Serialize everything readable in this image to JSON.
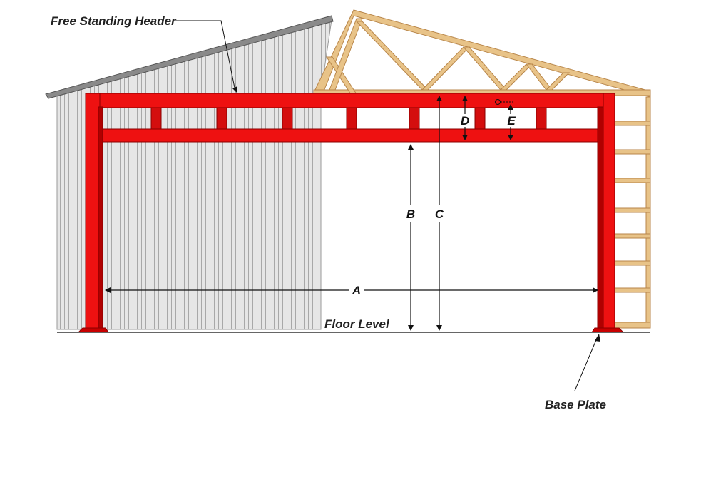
{
  "labels": {
    "header": "Free Standing Header",
    "floor": "Floor Level",
    "base_plate": "Base Plate"
  },
  "dimensions": {
    "a": "A",
    "b": "B",
    "c": "C",
    "d": "D",
    "e": "E"
  },
  "colors": {
    "steel": "#ee1111",
    "steel_dark": "#b00000",
    "lumber": "#e8c388",
    "wall": "#e2e2e2",
    "roof_trim": "#8a8a8a"
  }
}
